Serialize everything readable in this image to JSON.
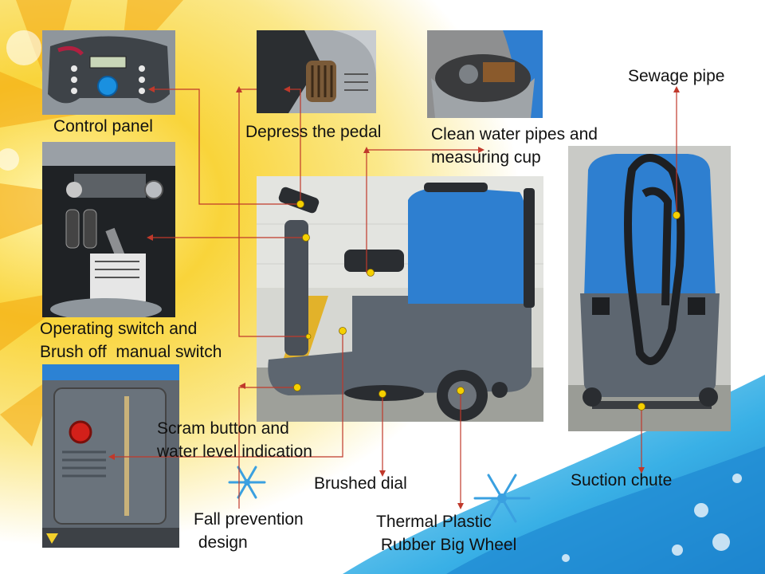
{
  "labels": {
    "control_panel": "Control panel",
    "depress_pedal": "Depress the pedal",
    "clean_water_line1": "Clean water pipes and",
    "clean_water_line2": "measuring cup",
    "sewage_pipe": "Sewage pipe",
    "operating_line1": "Operating switch and",
    "operating_line2": "Brush off  manual switch",
    "scram_line1": "Scram button and",
    "scram_line2": "water level indication",
    "brushed_dial": "Brushed dial",
    "suction_chute": "Suction chute",
    "fall_line1": "Fall prevention",
    "fall_line2": " design",
    "wheel_line1": "Thermal Plastic",
    "wheel_line2": " Rubber Big Wheel"
  },
  "colors": {
    "leader_line": "#c0392b",
    "marker_dot": "#f5d000",
    "machine_blue": "#2e7fd0",
    "machine_gray": "#5d6670",
    "background_yellow": "#f7c51a",
    "background_blue": "#2aa3e0"
  }
}
